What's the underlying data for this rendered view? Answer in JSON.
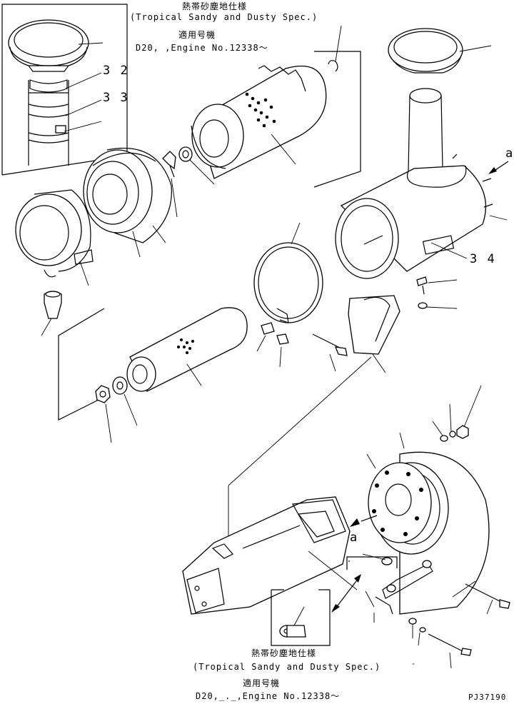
{
  "spec_top": {
    "jp_title": "熱帯砂塵地仕様",
    "en_title": "(Tropical Sandy and Dusty Spec.)",
    "jp_serial": "適用号機",
    "serial": "D20,  ,Engine No.12338～"
  },
  "spec_bottom": {
    "jp_title": "熱帯砂塵地仕様",
    "en_title": "(Tropical Sandy and Dusty Spec.)",
    "jp_serial": "適用号機",
    "serial": "D20,_._,Engine No.12338～"
  },
  "callouts": {
    "n32": "3 2",
    "n33": "3 3",
    "n34": "3 4",
    "ref_a_top": "a",
    "ref_a_bottom": "a"
  },
  "drawing_code": "PJ37190"
}
